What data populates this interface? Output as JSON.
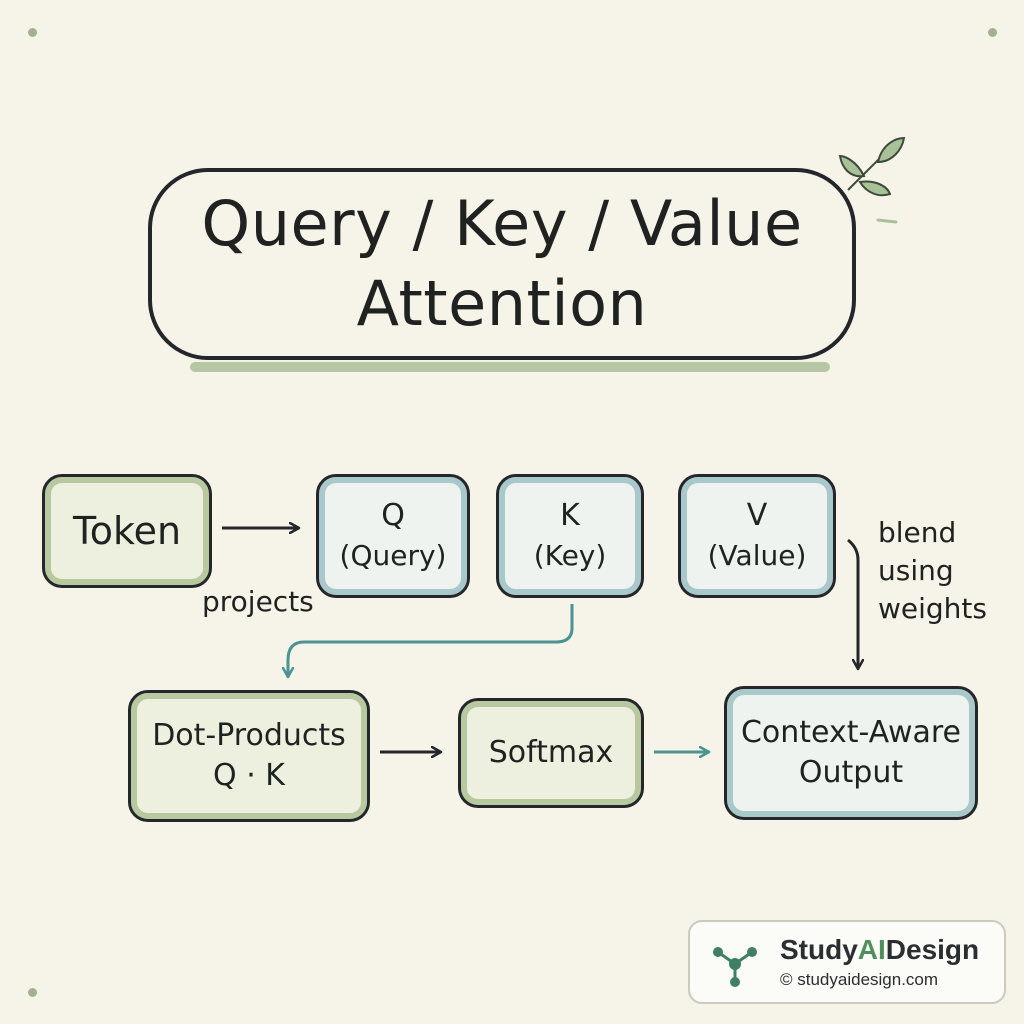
{
  "title": {
    "line1": "Query / Key / Value",
    "line2": "Attention"
  },
  "nodes": {
    "token": {
      "label": "Token"
    },
    "q": {
      "symbol": "Q",
      "label": "(Query)"
    },
    "k": {
      "symbol": "K",
      "label": "(Key)"
    },
    "v": {
      "symbol": "V",
      "label": "(Value)"
    },
    "dot": {
      "line1": "Dot-Products",
      "line2": "Q · K"
    },
    "softmax": {
      "label": "Softmax"
    },
    "output": {
      "line1": "Context-Aware",
      "line2": "Output"
    }
  },
  "annotations": {
    "projects": "projects",
    "blend": [
      "blend",
      "using",
      "weights"
    ]
  },
  "branding": {
    "name_part1": "Study",
    "name_accent": "AI",
    "name_part2": "Design",
    "url": "© studyaidesign.com"
  },
  "colors": {
    "green_accent": "#b8c99f",
    "teal_accent": "#a8c8c9",
    "teal_arrow": "#4b9393",
    "ink": "#23262a",
    "background": "#f6f3e8",
    "brand_accent": "#4f8f5a"
  },
  "icons": [
    "leaf-sprig-icon",
    "network-nodes-icon"
  ]
}
